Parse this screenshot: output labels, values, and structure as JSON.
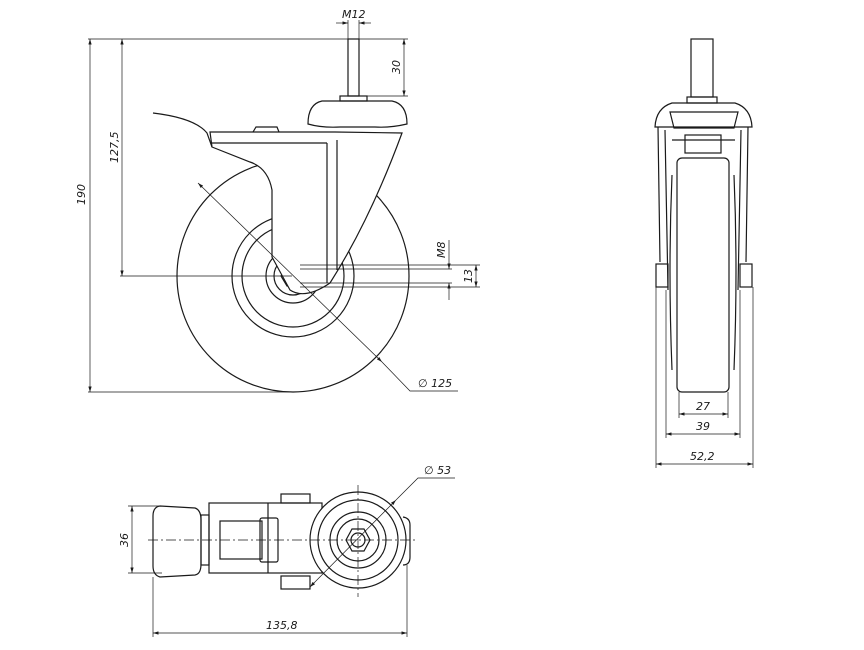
{
  "title": "Swivel caster with brake, threaded stem",
  "colors": {
    "line": "#1a1a1a",
    "background": "#ffffff"
  },
  "front_view": {
    "dim_total_height": "190",
    "dim_axle_height": "127,5",
    "dim_stem_length": "30",
    "dim_stem_thread": "M12",
    "dim_axle_thread": "M8",
    "dim_axle_width": "13",
    "dim_wheel_diameter": "∅ 125"
  },
  "side_view": {
    "dim_tread_width": "27",
    "dim_hub_width": "39",
    "dim_overall_width": "52,2"
  },
  "top_view": {
    "dim_width": "36",
    "dim_length": "135,8",
    "dim_top_diameter": "∅ 53"
  }
}
